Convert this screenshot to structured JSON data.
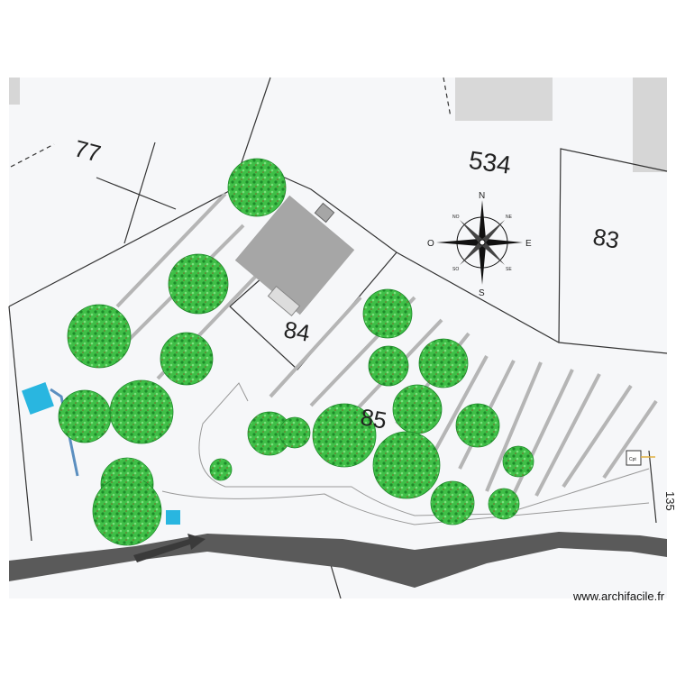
{
  "plan": {
    "parcel_labels": [
      "77",
      "534",
      "83",
      "84",
      "85",
      "135"
    ],
    "compass": {
      "north": "N",
      "south": "S",
      "east": "E",
      "west": "O",
      "ne": "NE",
      "no": "NO",
      "se": "SE",
      "so": "SO"
    },
    "meter_label": "Cpt",
    "colors": {
      "tree": "#3dbb45",
      "tree_dark": "#1f8a2a",
      "road": "#5a5a5a",
      "house": "#a6a6a6",
      "pool": "#29b6e0",
      "arrow": "#3a3a3a"
    },
    "tree_count": 21
  },
  "watermark": "www.archifacile.fr"
}
